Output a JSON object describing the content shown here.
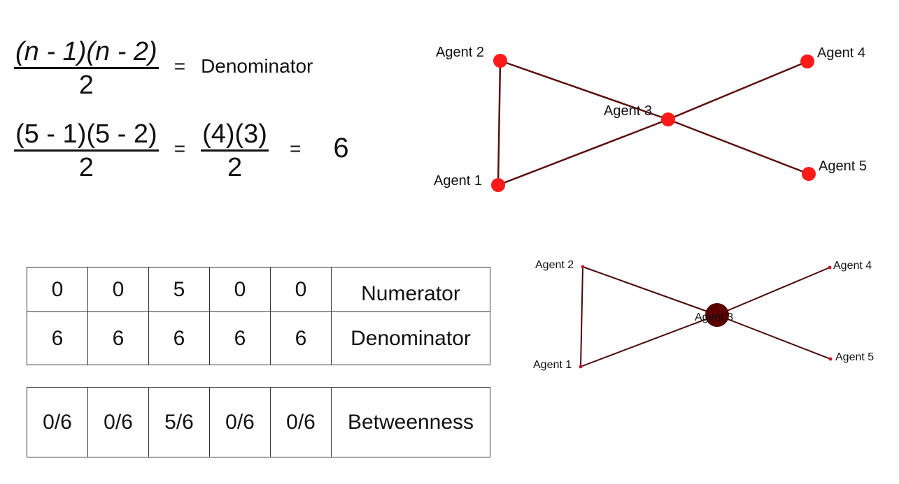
{
  "formula": {
    "line1": {
      "numerator": "(n - 1)(n - 2)",
      "denominator": "2",
      "equals": "=",
      "result": "Denominator"
    },
    "line2": {
      "numerator": "(5 - 1)(5 - 2)",
      "denominator": "2",
      "equals1": "=",
      "num2": "(4)(3)",
      "den2": "2",
      "equals2": "=",
      "result": "6"
    }
  },
  "table_top": {
    "rows": [
      {
        "label": "Numerator",
        "values": [
          "0",
          "0",
          "5",
          "0",
          "0"
        ]
      },
      {
        "label": "Denominator",
        "values": [
          "6",
          "6",
          "6",
          "6",
          "6"
        ]
      }
    ]
  },
  "table_bottom": {
    "rows": [
      {
        "label": "Betweenness",
        "values": [
          "0/6",
          "0/6",
          "5/6",
          "0/6",
          "0/6"
        ]
      }
    ]
  },
  "graph_top": {
    "node_color": "#ff1a1a",
    "edge_color": "#5a1010",
    "nodes": [
      {
        "id": "Agent 1"
      },
      {
        "id": "Agent 2"
      },
      {
        "id": "Agent 3"
      },
      {
        "id": "Agent 4"
      },
      {
        "id": "Agent 5"
      }
    ],
    "edges": [
      [
        "Agent 1",
        "Agent 2"
      ],
      [
        "Agent 1",
        "Agent 3"
      ],
      [
        "Agent 2",
        "Agent 3"
      ],
      [
        "Agent 3",
        "Agent 4"
      ],
      [
        "Agent 3",
        "Agent 5"
      ]
    ]
  },
  "graph_bottom": {
    "node_color": "#c01a2a",
    "center_node_color": "#5a0000",
    "edge_color": "#4a0a0a",
    "nodes": [
      {
        "id": "Agent 1",
        "betweenness": "0/6"
      },
      {
        "id": "Agent 2",
        "betweenness": "0/6"
      },
      {
        "id": "Agent 3",
        "betweenness": "5/6"
      },
      {
        "id": "Agent 4",
        "betweenness": "0/6"
      },
      {
        "id": "Agent 5",
        "betweenness": "0/6"
      }
    ],
    "edges": [
      [
        "Agent 1",
        "Agent 2"
      ],
      [
        "Agent 1",
        "Agent 3"
      ],
      [
        "Agent 2",
        "Agent 3"
      ],
      [
        "Agent 3",
        "Agent 4"
      ],
      [
        "Agent 3",
        "Agent 5"
      ]
    ]
  }
}
